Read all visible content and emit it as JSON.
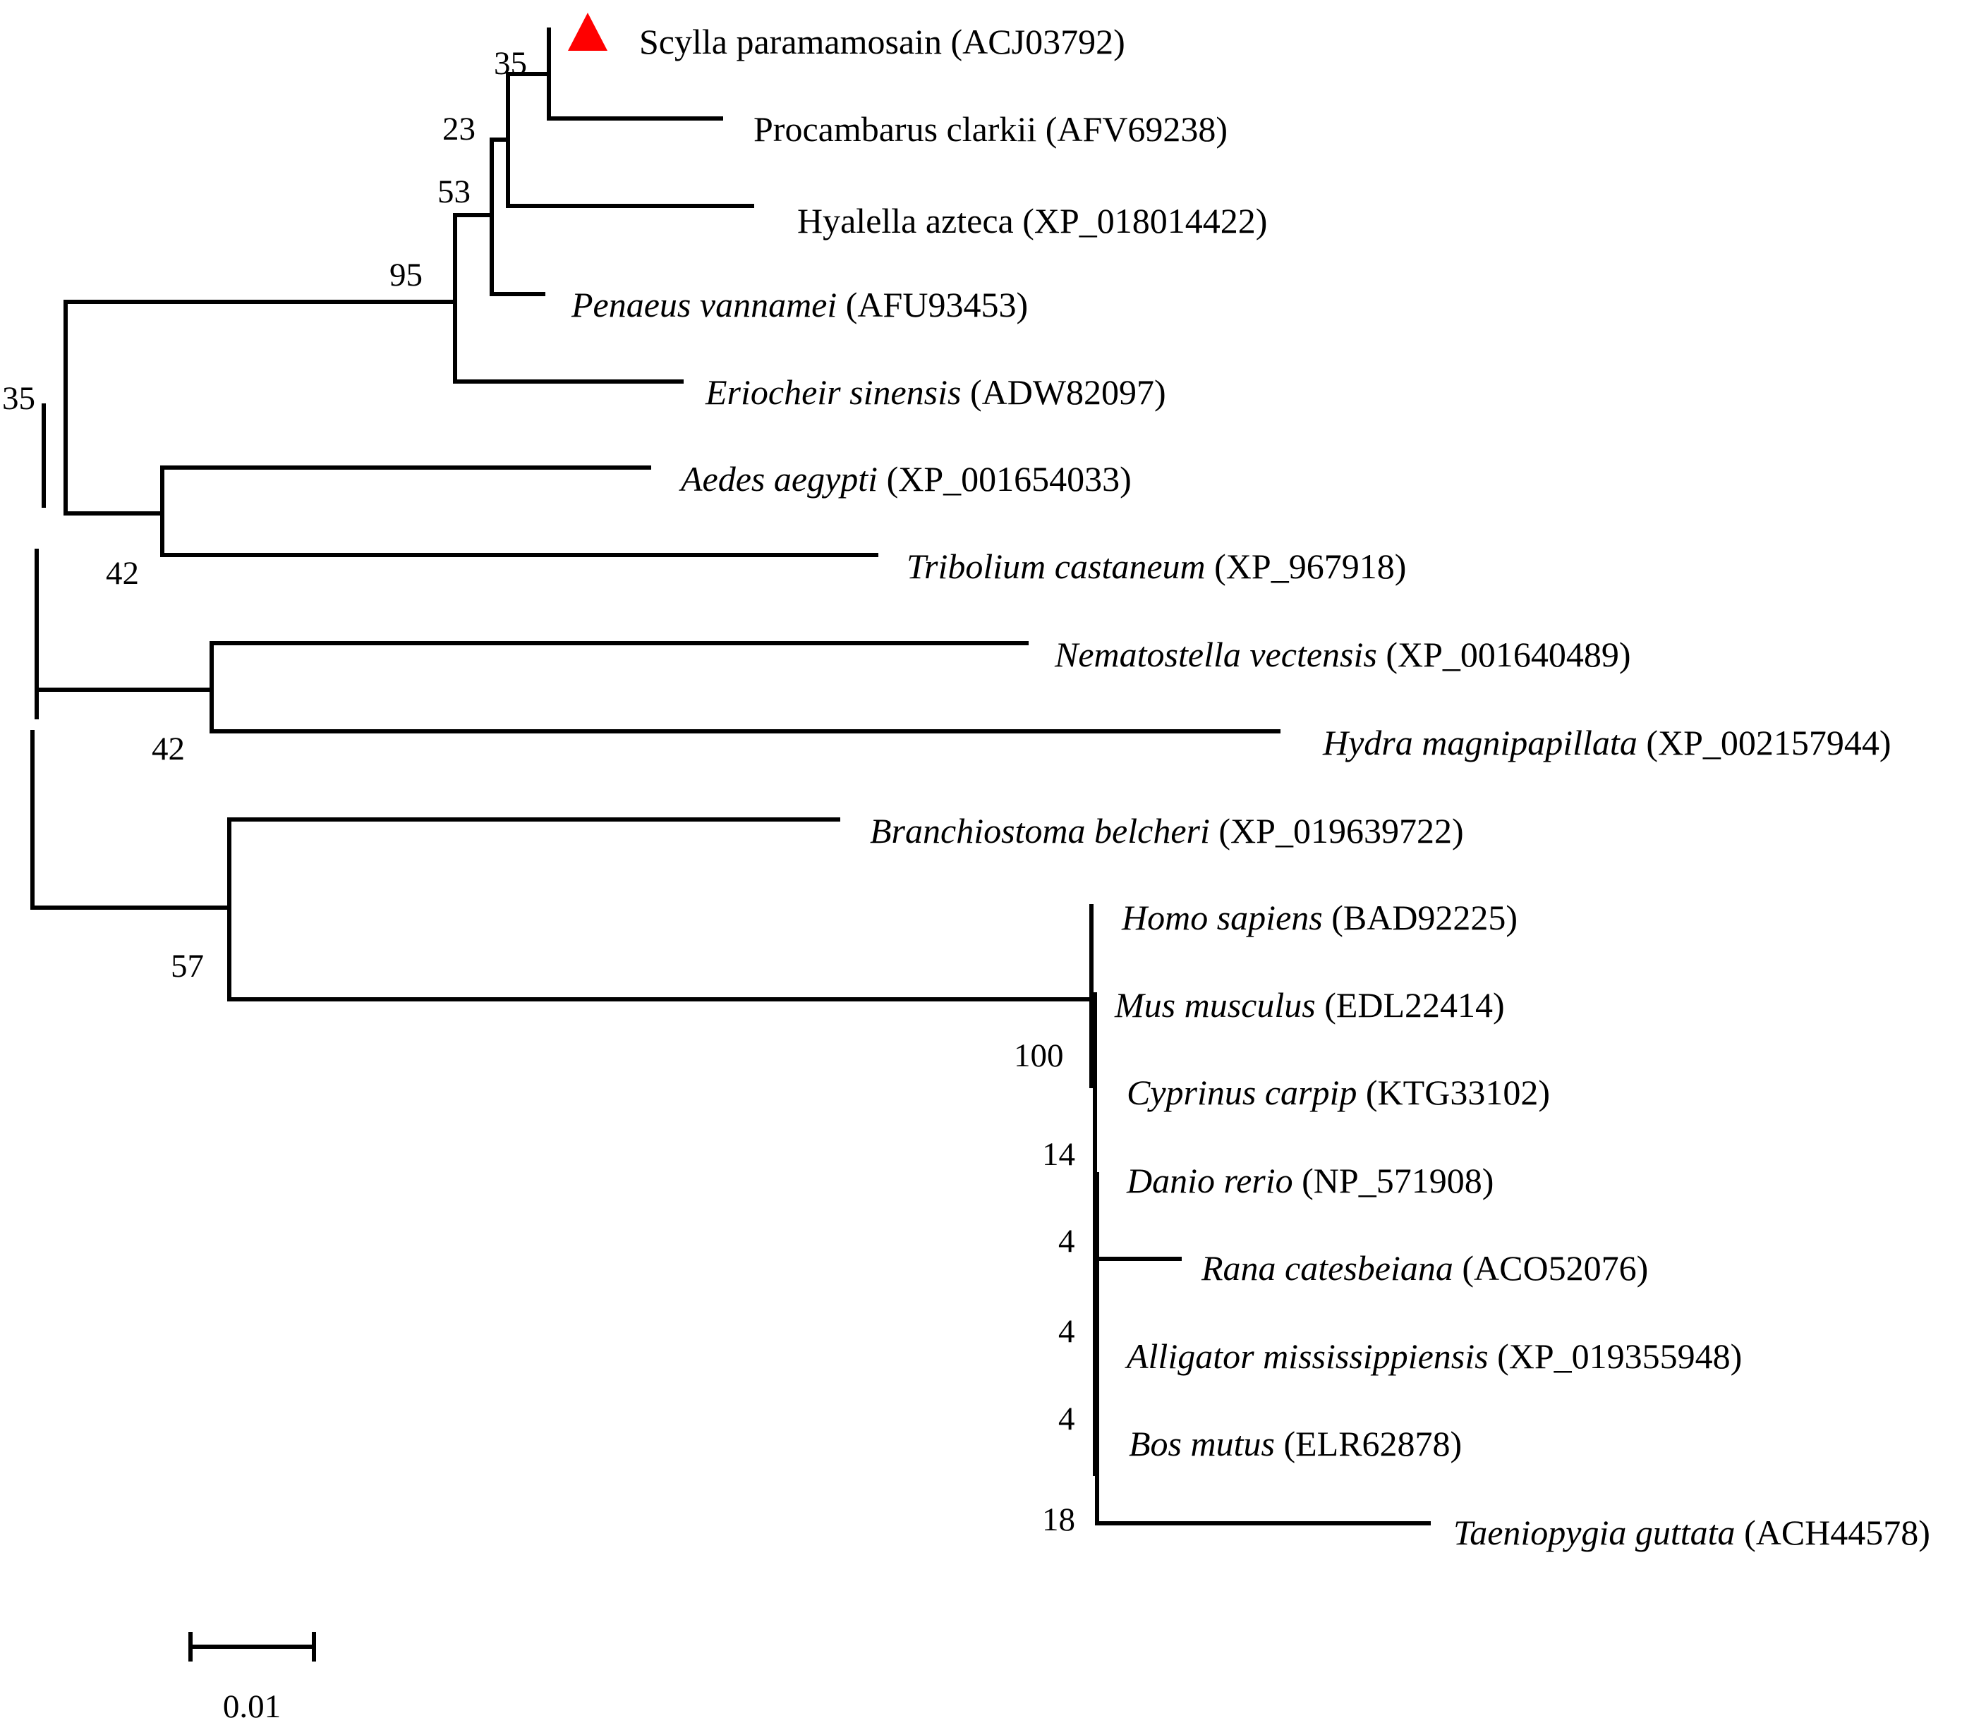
{
  "tree": {
    "marker_color": "#ff0000",
    "taxa": [
      {
        "species": "Scylla paramamosain",
        "accession": "(ACJ03792)",
        "italic": false,
        "highlighted": true
      },
      {
        "species": "Procambarus clarkii",
        "accession": "(AFV69238)",
        "italic": false
      },
      {
        "species": "Hyalella azteca",
        "accession": "(XP_018014422)",
        "italic": false
      },
      {
        "species": "Penaeus vannamei",
        "accession": "(AFU93453)",
        "italic": true
      },
      {
        "species": "Eriocheir sinensis",
        "accession": "(ADW82097)",
        "italic": true
      },
      {
        "species": "Aedes aegypti",
        "accession": "(XP_001654033)",
        "italic": true
      },
      {
        "species": "Tribolium castaneum",
        "accession": "(XP_967918)",
        "italic": true
      },
      {
        "species": "Nematostella vectensis",
        "accession": "(XP_001640489)",
        "italic": true
      },
      {
        "species": "Hydra magnipapillata",
        "accession": "(XP_002157944)",
        "italic": true
      },
      {
        "species": "Branchiostoma belcheri",
        "accession": "(XP_019639722)",
        "italic": true
      },
      {
        "species": "Homo sapiens",
        "accession": "(BAD92225)",
        "italic": true
      },
      {
        "species": "Mus musculus",
        "accession": "(EDL22414)",
        "italic": true
      },
      {
        "species": "Cyprinus carpip",
        "accession": "(KTG33102)",
        "italic": true
      },
      {
        "species": "Danio rerio",
        "accession": "(NP_571908)",
        "italic": true
      },
      {
        "species": "Rana catesbeiana",
        "accession": "(ACO52076)",
        "italic": true
      },
      {
        "species": "Alligator mississippiensis",
        "accession": "(XP_019355948)",
        "italic": true
      },
      {
        "species": "Bos mutus",
        "accession": "(ELR62878)",
        "italic": true
      },
      {
        "species": "Taeniopygia guttata",
        "accession": "(ACH44578)",
        "italic": true
      }
    ],
    "bootstrap": {
      "scylla_procambarus": "35",
      "plus_hyalella": "23",
      "plus_penaeus": "53",
      "plus_eriocheir": "95",
      "crustacea_insecta": "35",
      "insecta": "42",
      "cnidaria": "42",
      "chordata": "57",
      "vertebrata": "100",
      "node_14": "14",
      "node_4a": "4",
      "node_4b": "4",
      "node_4c": "4",
      "node_18": "18"
    },
    "scale_bar": {
      "label": "0.01",
      "value": 0.01
    }
  }
}
